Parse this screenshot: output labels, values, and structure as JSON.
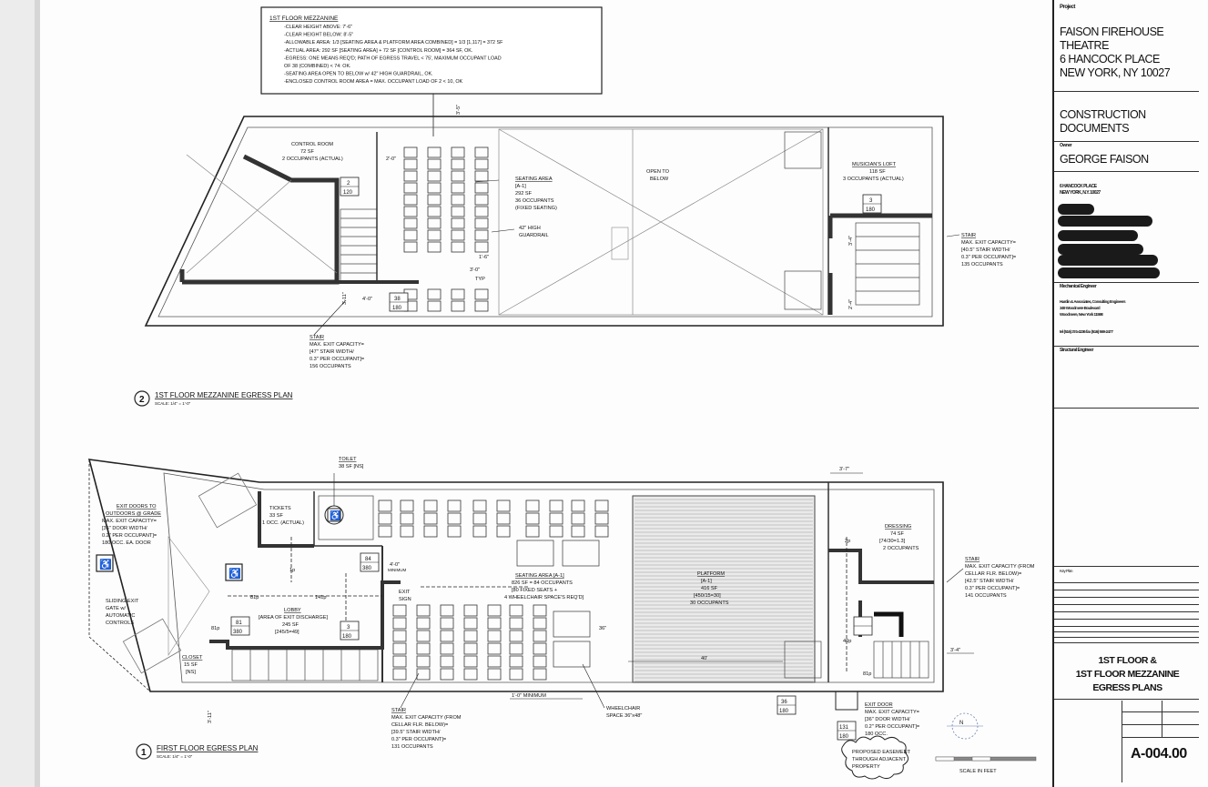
{
  "mezzanine_note": {
    "title": "1ST FLOOR MEZZANINE",
    "lines": [
      "-CLEAR HEIGHT ABOVE: 7'-6\"",
      "-CLEAR HEIGHT BELOW: 8'-5\"",
      "-ALLOWABLE AREA: 1/3 [SEATING AREA & PLATFORM AREA COMBINED] = 1/3 [1,117] = 372 SF",
      "-ACTUAL AREA: 292 SF [SEATING AREA] + 72 SF [CONTROL ROOM] = 364 SF, OK.",
      "-EGRESS: ONE MEANS REQ'D; PATH OF EGRESS TRAVEL < 75', MAXIMUM OCCUPANT LOAD",
      "OF 38 (COMBINED) < 74: OK.",
      "-SEATING AREA OPEN TO BELOW w/ 42\" HIGH GUARDRAIL, OK.",
      "-ENCLOSED CONTROL ROOM AREA = MAX. OCCUPANT LOAD OF 2 < 10, OK"
    ]
  },
  "mezzanine": {
    "control_room": [
      "CONTROL ROOM",
      "72 SF",
      "2 OCCUPANTS (ACTUAL)"
    ],
    "seating_area": [
      "SEATING AREA",
      "[A-1]",
      "292 SF",
      "36 OCCUPANTS",
      "(FIXED SEATING)"
    ],
    "guardrail": [
      "42\" HIGH",
      "GUARDRAIL"
    ],
    "open_to_below": [
      "OPEN TO",
      "BELOW"
    ],
    "musicians_loft": [
      "MUSICIAN'S LOFT",
      "118 SF",
      "3 OCCUPANTS (ACTUAL)"
    ],
    "stair_left": [
      "STAIR",
      "MAX. EXIT CAPACITY=",
      "[47\" STAIR WIDTH/",
      "0.3\" PER OCCUPANT]=",
      "156 OCCUPANTS"
    ],
    "stair_right": [
      "STAIR",
      "MAX. EXIT CAPACITY=",
      "[40.5\" STAIR WIDTH/",
      "0.3\" PER OCCUPANT]=",
      "135 OCCUPANTS"
    ],
    "tags": [
      "2",
      "120",
      "38",
      "180",
      "3",
      "180"
    ],
    "dims": [
      "4'-0\"",
      "3'-5\"",
      "1'-6\"",
      "3'-0\"",
      "2'-0\"",
      "3'-11\"",
      "3'-4\"",
      "2'-4\"",
      "TYP"
    ],
    "plan_number": "2",
    "plan_title": "1ST FLOOR MEZZANINE EGRESS PLAN",
    "scale": "SCALE: 1/4\" = 1'-0\""
  },
  "ground": {
    "exit_doors": [
      "EXIT DOORS TO",
      "OUTDOORS @ GRADE",
      "MAX. EXIT CAPACITY=",
      "[36\" DOOR WIDTH/",
      "0.2\" PER OCCUPANT]=",
      "180 OCC. EA. DOOR"
    ],
    "sliding_gate": [
      "SLIDING EXIT",
      "GATE w/",
      "AUTOMATIC",
      "CONTROLS"
    ],
    "tickets": [
      "TICKETS",
      "33 SF",
      "1 OCC. (ACTUAL)"
    ],
    "toilet": [
      "TOILET",
      "38 SF [NS]"
    ],
    "lobby": [
      "LOBBY",
      "[AREA OF EXIT DISCHARGE]",
      "245 SF",
      "[245/5=49]"
    ],
    "closet": [
      "CLOSET",
      "15 SF",
      "[NS]"
    ],
    "seating_area": [
      "SEATING AREA [A-1]",
      "826 SF = 84 OCCUPANTS",
      "[80 FIXED SEATS +",
      "4 WHEELCHAIR SPACE'S REQ'D]"
    ],
    "platform": [
      "PLATFORM",
      "[A-1]",
      "416 SF",
      "[450/15=30]",
      "30 OCCUPANTS"
    ],
    "dressing": [
      "DRESSING",
      "74 SF",
      "[74/30=1.3]",
      "2 OCCUPANTS"
    ],
    "stair_right": [
      "STAIR",
      "MAX. EXIT CAPACITY (FROM",
      "CELLAR FLR. BELOW)=",
      "[42.5\" STAIR WIDTH/",
      "0.3\" PER OCCUPANT]=",
      "141 OCCUPANTS"
    ],
    "stair_bottom": [
      "STAIR",
      "MAX. EXIT CAPACITY (FROM",
      "CELLAR FLR. BELOW)=",
      "[39.5\" STAIR WIDTH/",
      "0.3\" PER OCCUPANT]=",
      "131 OCCUPANTS"
    ],
    "exit_door": [
      "EXIT DOOR",
      "MAX. EXIT CAPACITY=",
      "[36\" DOOR WIDTH/",
      "0.2\" PER OCCUPANT]=",
      "180 OCC."
    ],
    "wheelchair": [
      "WHEELCHAIR",
      "SPACE 36\"x48\""
    ],
    "easement": [
      "PROPOSED EASEMENT",
      "THROUGH ADJACENT",
      "PROPERTY"
    ],
    "exit_sign": [
      "EXIT",
      "SIGN"
    ],
    "minimum": "MINIMUM",
    "min_dim": "1'-0\" MINIMUM",
    "dim_4": "4'-0\"",
    "dim_36": "36\"",
    "dim_40": "40'",
    "dim_37": "3'-7\"",
    "dim_34": "3'-4\"",
    "dim_311": "3'-11\"",
    "flow": [
      "81p",
      "141p",
      "1p",
      "81p",
      "2p",
      "40p",
      "81p"
    ],
    "tags": [
      "84",
      "380",
      "81",
      "380",
      "3",
      "180",
      "36",
      "180",
      "131",
      "180"
    ],
    "plan_number": "1",
    "plan_title": "FIRST FLOOR EGRESS PLAN",
    "scale": "SCALE: 1/4\" = 1'-0\"",
    "scale_bar": "SCALE IN FEET",
    "north": "N"
  },
  "title_block": {
    "project_label": "Project",
    "project": [
      "FAISON FIREHOUSE",
      "THEATRE",
      "6 HANCOCK PLACE",
      "NEW YORK, NY 10027"
    ],
    "phase": [
      "CONSTRUCTION",
      "DOCUMENTS"
    ],
    "owner_label": "Owner",
    "owner": "GEORGE FAISON",
    "owner_address": [
      "6 HANCOCK PLACE",
      "NEW YORK, N.Y. 10027"
    ],
    "mech_label": "Mechanical Engineer",
    "mech": [
      "Hardin & Associates, Consulting Engineers",
      "349 Woodmere Boulevard",
      "Woodmere, New York 11598"
    ],
    "mech_phone": "tel (516) 374-4236  fax (516) 569-2477",
    "struct_label": "Structural Engineer",
    "key_plan": "Key Plan",
    "drawing_title": [
      "1ST FLOOR &",
      "1ST FLOOR MEZZANINE",
      "EGRESS PLANS"
    ],
    "drawing_number": "A-004.00"
  }
}
